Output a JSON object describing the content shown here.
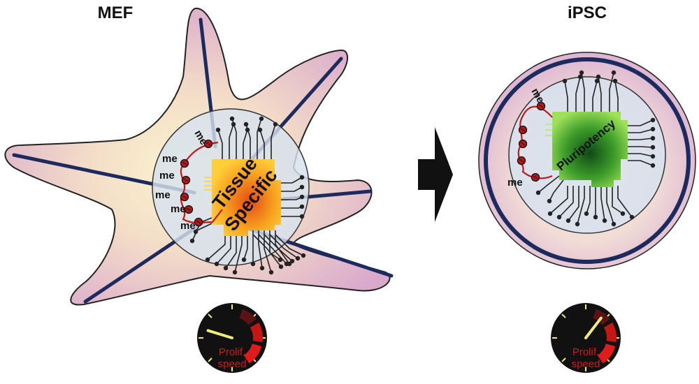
{
  "left_panel": {
    "title": "MEF",
    "chip_label_line1": "Tissue",
    "chip_label_line2": "Specific",
    "methyl_labels": [
      "me",
      "me",
      "me",
      "me",
      "me",
      "me"
    ],
    "gauge": {
      "label_line1": "Prolif.",
      "label_line2": "speed",
      "level": 0.1
    }
  },
  "right_panel": {
    "title": "iPSC",
    "chip_label": "Pluripotency",
    "methyl_labels": [
      "me",
      "me"
    ],
    "gauge": {
      "label_line1": "Prolif.",
      "label_line2": "speed",
      "level": 0.75
    }
  },
  "colors": {
    "cell_fill": "#e9c6dd",
    "cell_outline": "#222222",
    "nucleus_fill": "#dfe7f0",
    "filament": "#1c2a5e",
    "tissue_chip": "#f5a020",
    "pluripotency_chip": "#4fb030",
    "methyl_bead": "#b3181b",
    "gauge_face": "#111111",
    "needle": "#f1ec7a"
  }
}
